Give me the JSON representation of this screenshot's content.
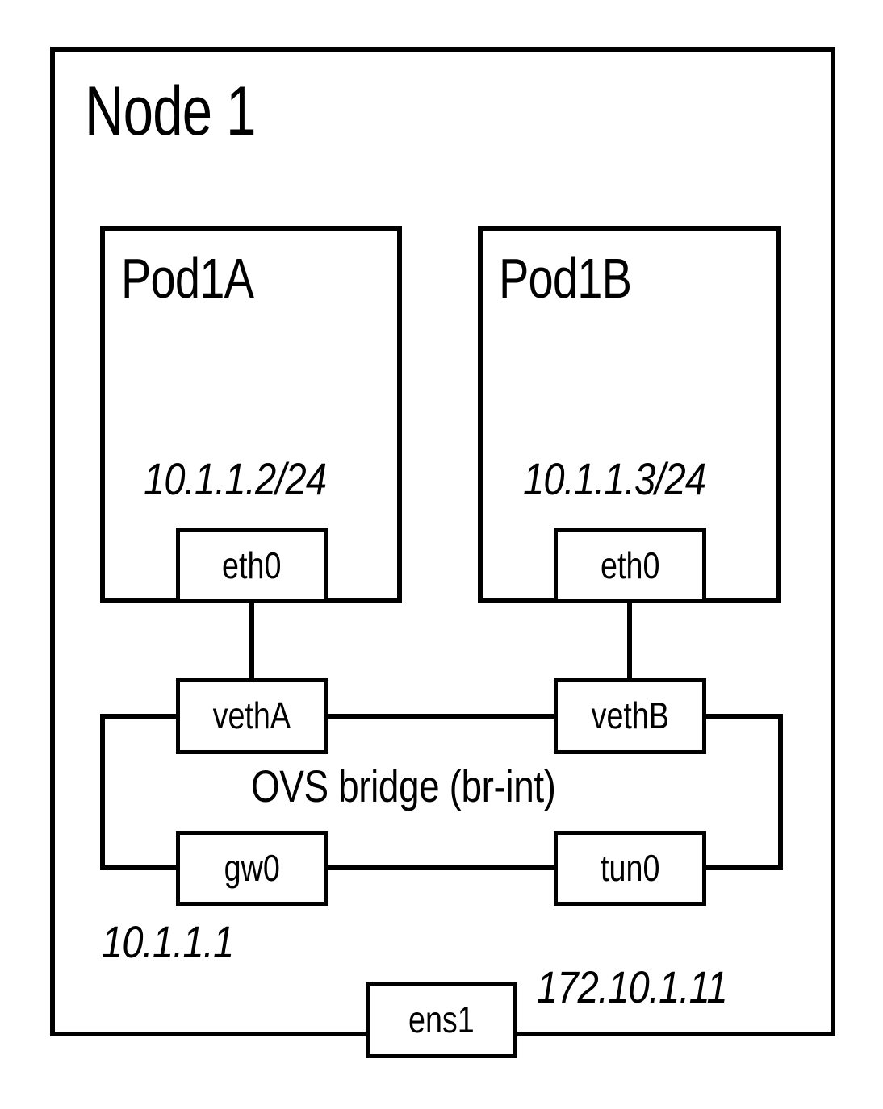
{
  "diagram": {
    "type": "network-topology",
    "node": {
      "title": "Node 1"
    },
    "pods": [
      {
        "name": "Pod1A",
        "ip": "10.1.1.2/24",
        "interface": "eth0"
      },
      {
        "name": "Pod1B",
        "ip": "10.1.1.3/24",
        "interface": "eth0"
      }
    ],
    "bridge": {
      "title": "OVS bridge (br-int)",
      "ports": [
        {
          "name": "vethA"
        },
        {
          "name": "vethB"
        },
        {
          "name": "gw0",
          "ip": "10.1.1.1"
        },
        {
          "name": "tun0"
        }
      ]
    },
    "uplink": {
      "interface": "ens1",
      "ip": "172.10.1.11"
    },
    "colors": {
      "stroke": "#000000",
      "background": "#ffffff"
    }
  }
}
